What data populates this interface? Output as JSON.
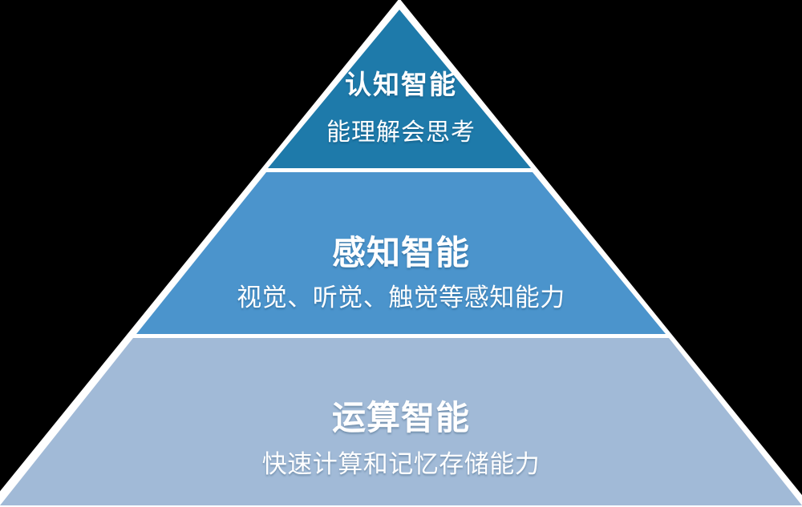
{
  "pyramid": {
    "background_color": "#000000",
    "outline_color": "#ffffff",
    "text_color": "#ffffff",
    "tiers": [
      {
        "level": 1,
        "title": "认知智能",
        "subtitle": "能理解会思考",
        "color": "#1e7aaa"
      },
      {
        "level": 2,
        "title": "感知智能",
        "subtitle": "视觉、听觉、触觉等感知能力",
        "color": "#4b94cc"
      },
      {
        "level": 3,
        "title": "运算智能",
        "subtitle": "快速计算和记忆存储能力",
        "color": "#a1bad7"
      }
    ]
  }
}
